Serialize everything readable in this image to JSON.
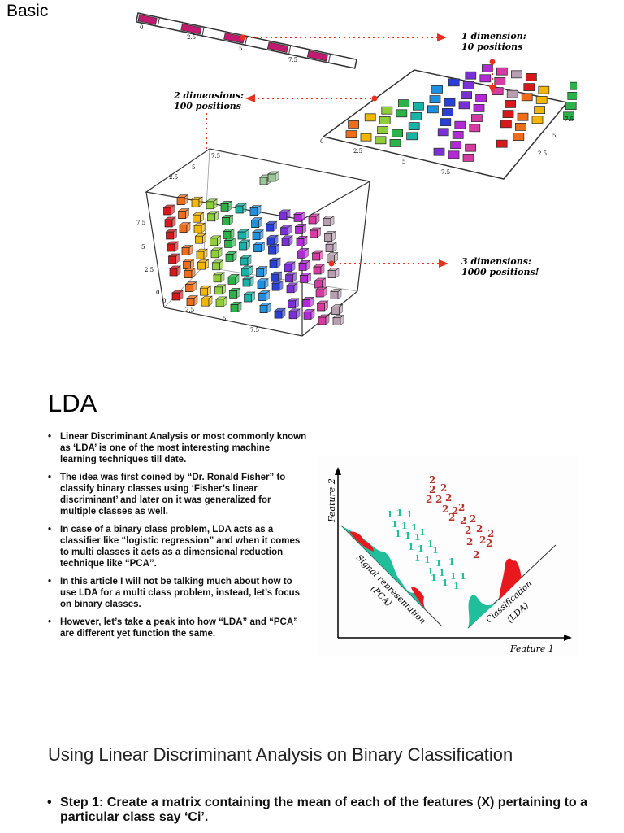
{
  "page": {
    "basic_title": "Basic",
    "lda_title": "LDA",
    "section_heading": "Using Linear Discriminant Analysis on Binary Classification"
  },
  "dimensionality_figure": {
    "label_1d_a": "1 dimension:",
    "label_1d_b": "10 positions",
    "label_2d_a": "2 dimensions:",
    "label_2d_b": "100 positions",
    "label_3d_a": "3 dimensions:",
    "label_3d_b": "1000 positions!",
    "ticks": [
      "0",
      "2.5",
      "5",
      "7.5"
    ]
  },
  "lda_bullets": [
    "Linear Discriminant Analysis or most commonly known as ‘LDA’ is one of the most interesting machine learning techniques till date.",
    "The idea was first coined by “Dr. Ronald Fisher” to classify binary classes using ‘Fisher’s linear discriminant’ and later on it was generalized for multiple classes as well.",
    "In case of a binary class problem, LDA acts as a classifier like “logistic regression” and when it comes to multi classes it acts as a dimensional reduction technique like “PCA”.",
    "In this article I will not be talking much about how to use LDA for a multi class problem, instead, let’s focus on binary classes.",
    "However, let’s take a peak into how “LDA” and “PCA” are different yet function the same."
  ],
  "lda_figure": {
    "y_axis_label": "Feature 2",
    "x_axis_label": "Feature 1",
    "pca_label_line1": "Signal representation",
    "pca_label_line2": "(PCA)",
    "lda_label_line1": "Classification",
    "lda_label_line2": "(LDA)",
    "class1_marker": "1",
    "class2_marker": "2",
    "colors": {
      "class1": "#1fbf9c",
      "class2": "#b5332e",
      "red_fill": "#e8191e"
    }
  },
  "steps": [
    "Step 1: Create a matrix containing the mean of each of the features (X) pertaining to a particular class say ‘Ci’."
  ],
  "bullet_char": "•"
}
